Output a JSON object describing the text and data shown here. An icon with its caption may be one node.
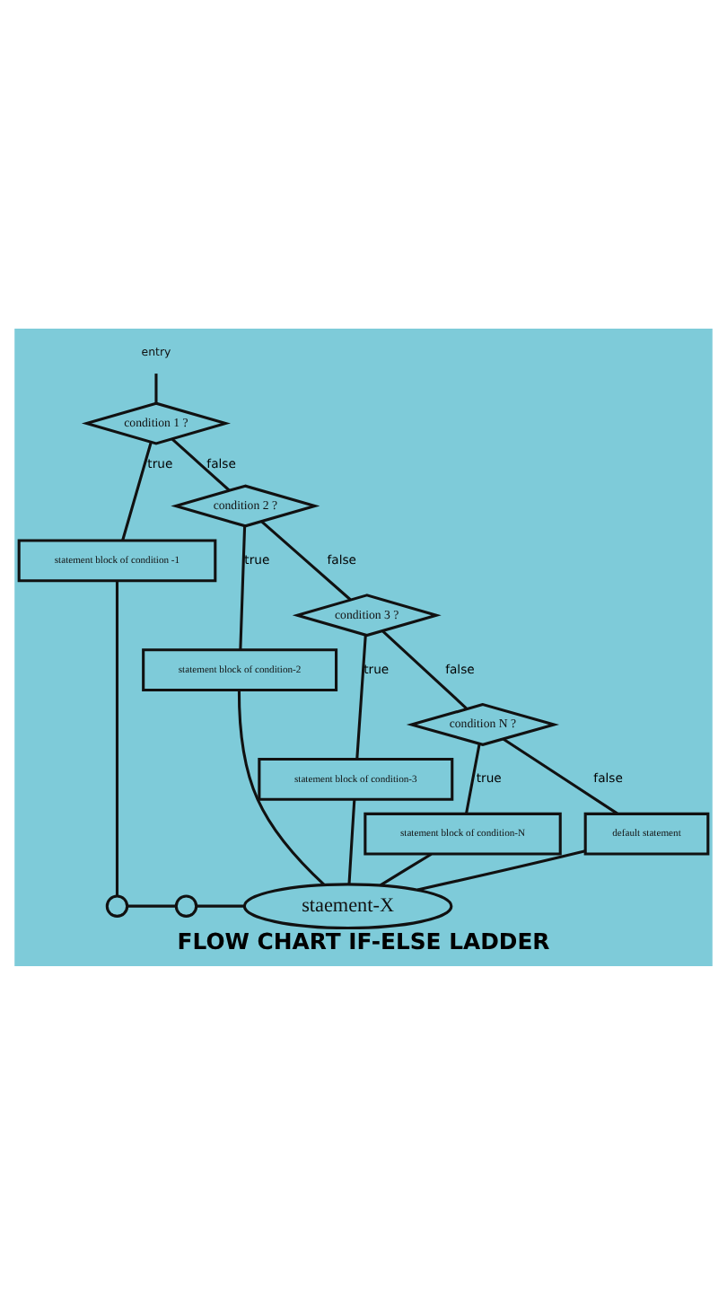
{
  "diagram": {
    "caption": "FLOW CHART IF-ELSE LADDER",
    "nodes": [
      {
        "text": [
          "entry"
        ]
      },
      {
        "text": [
          "condition 1 ?"
        ]
      },
      {
        "text": [
          "statement block of condition -1"
        ]
      },
      {
        "text": [
          "condition 2 ?"
        ]
      },
      {
        "text": [
          "statement block of condition-2"
        ]
      },
      {
        "text": [
          "condition 3 ?"
        ]
      },
      {
        "text": [
          "statement block of condition-3"
        ]
      },
      {
        "text": [
          "condition N ?"
        ]
      },
      {
        "text": [
          "statement block of condition-N"
        ]
      },
      {
        "text": [
          "default statement"
        ]
      },
      {
        "text": [],
        "shape": "circle"
      },
      {
        "text": [],
        "shape": "circle"
      },
      {
        "text": [
          "staement-X"
        ]
      }
    ],
    "edges": [
      {
        "from": 0,
        "to": 1,
        "arrow": "none"
      },
      {
        "from": 1,
        "to": 2,
        "arrow": "none",
        "label": "true"
      },
      {
        "from": 1,
        "to": 3,
        "arrow": "none",
        "label": "false"
      },
      {
        "from": 3,
        "to": 4,
        "arrow": "none",
        "label": "true"
      },
      {
        "from": 3,
        "to": 5,
        "arrow": "none",
        "label": "false"
      },
      {
        "from": 5,
        "to": 6,
        "arrow": "none",
        "label": "true"
      },
      {
        "from": 5,
        "to": 7,
        "arrow": "none",
        "label": "false"
      },
      {
        "from": 7,
        "to": 8,
        "arrow": "none",
        "label": "true"
      },
      {
        "from": 7,
        "to": 9,
        "arrow": "none",
        "label": "false"
      },
      {
        "from": 2,
        "to": 10,
        "arrow": "none"
      },
      {
        "from": 10,
        "to": 11,
        "arrow": "none"
      },
      {
        "from": 11,
        "to": 12,
        "arrow": "none"
      },
      {
        "from": 4,
        "to": 12,
        "arrow": "none"
      },
      {
        "from": 6,
        "to": 12,
        "arrow": "none"
      },
      {
        "from": 8,
        "to": 12,
        "arrow": "none"
      },
      {
        "from": 9,
        "to": 12,
        "arrow": "none"
      }
    ]
  }
}
